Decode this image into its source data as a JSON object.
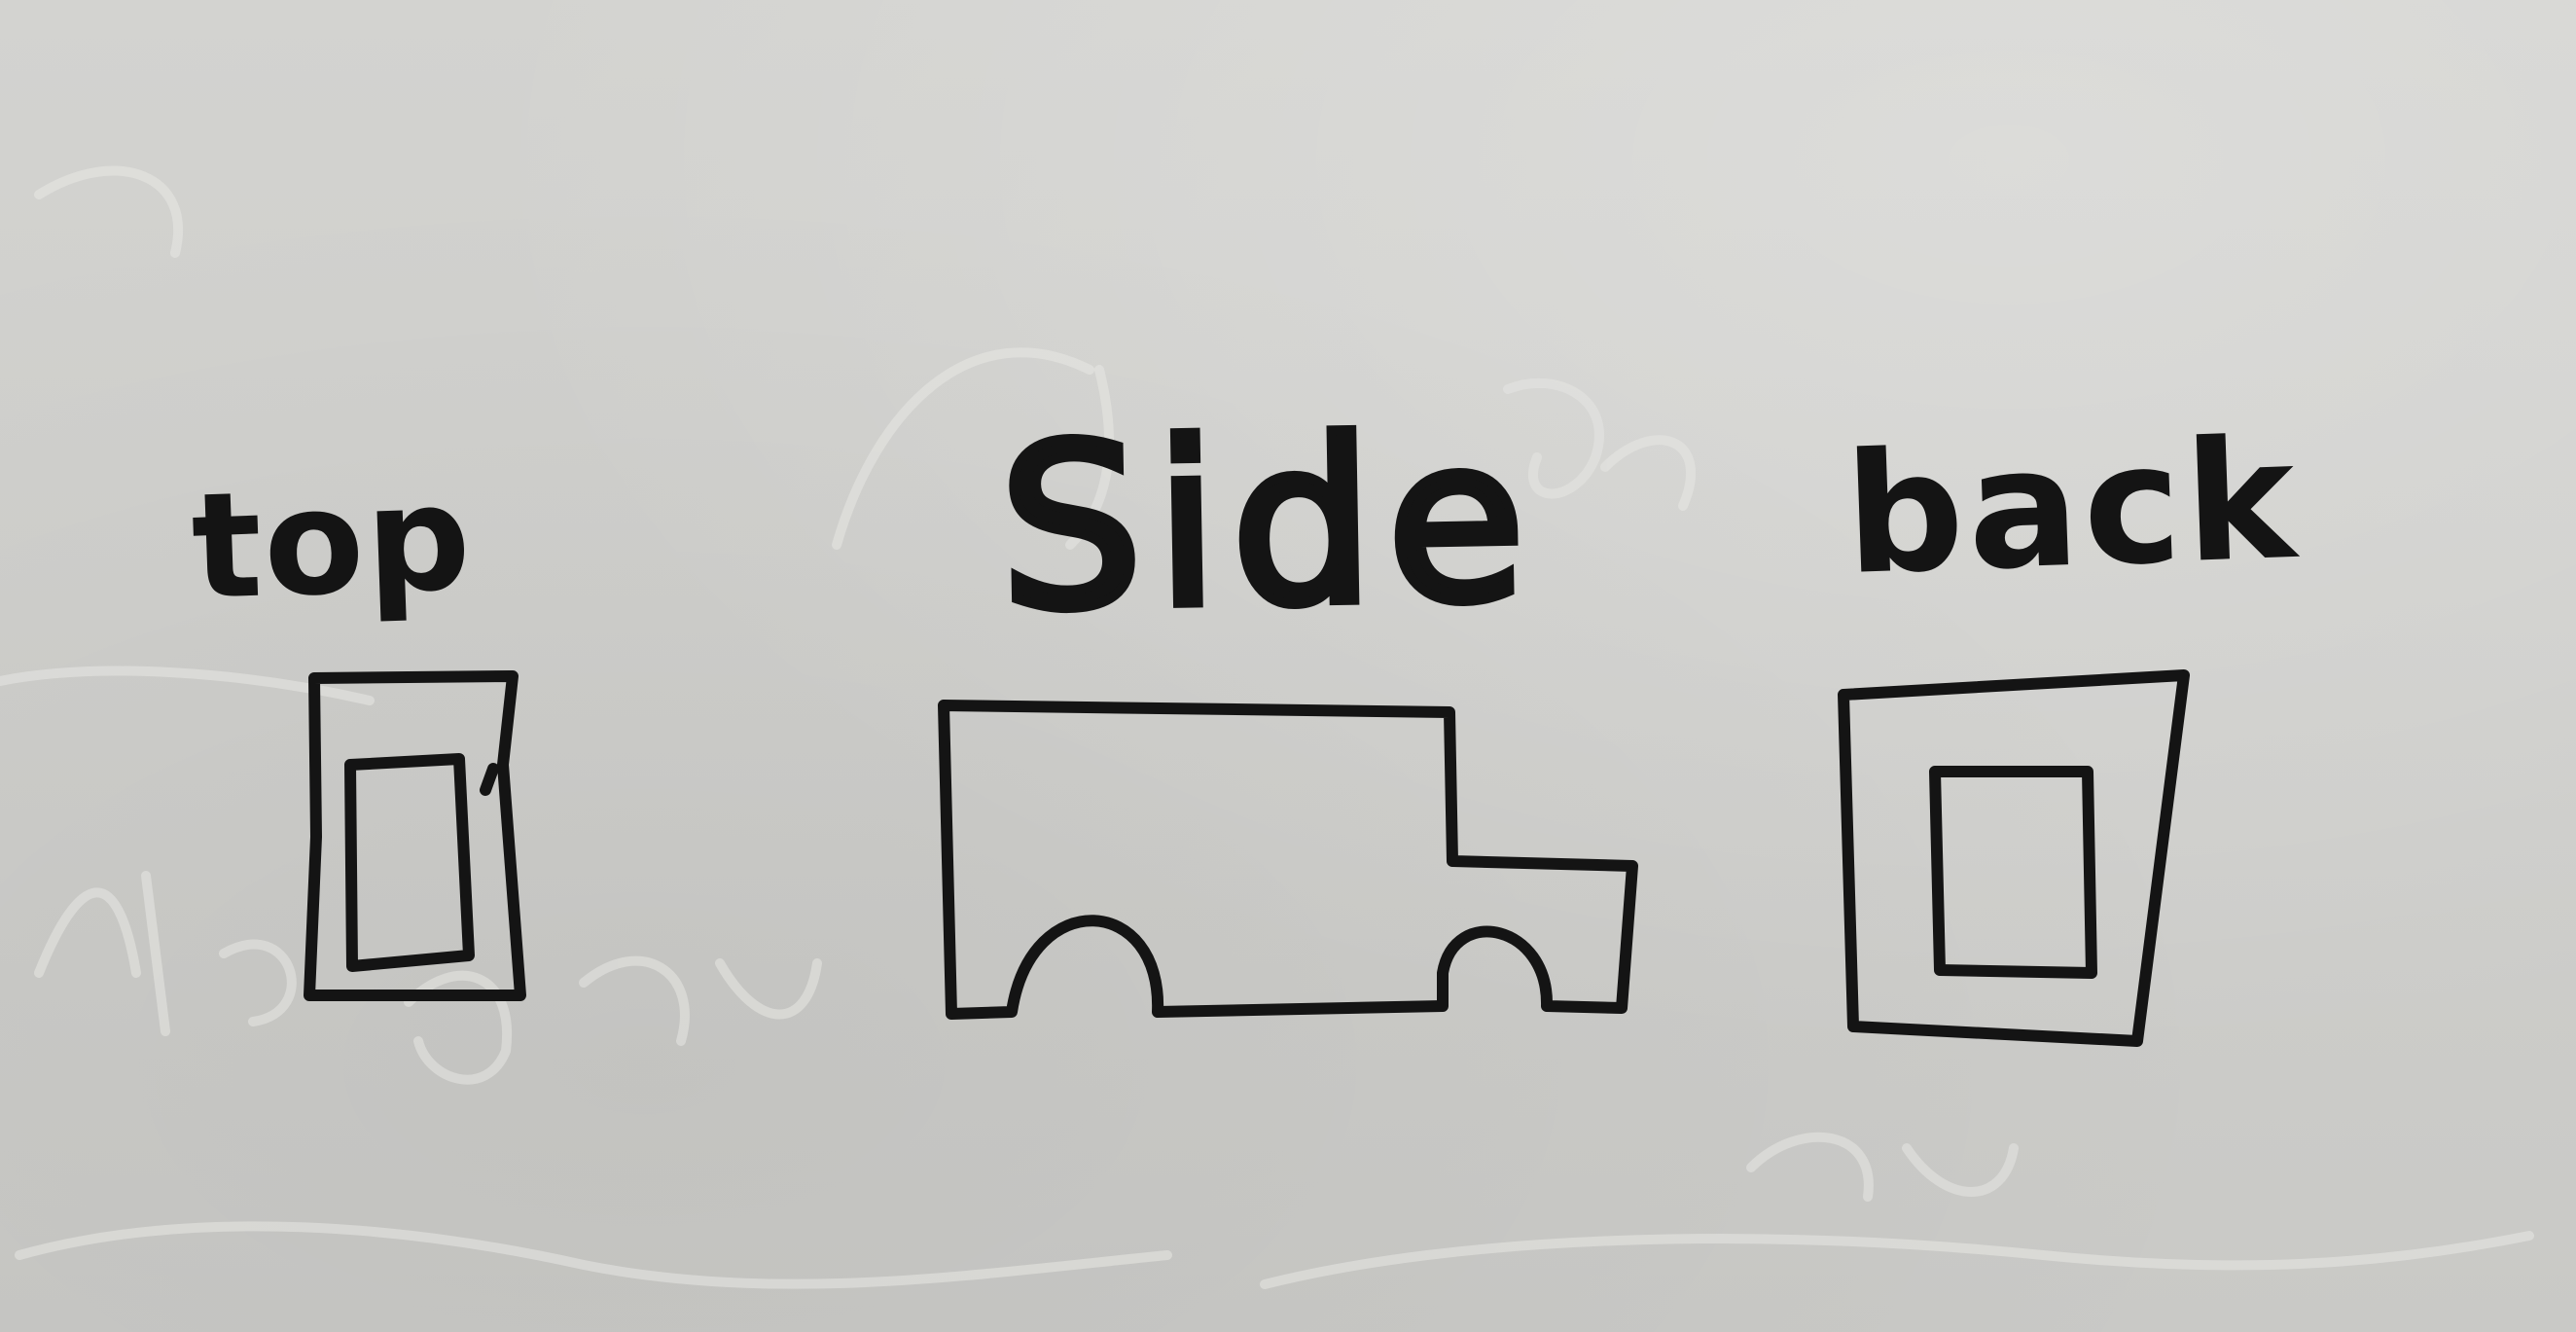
{
  "whiteboard": {
    "background_color": "#cfcfcc",
    "marker_color": "#141414",
    "ghost_color": "#e6e6e3",
    "views": [
      {
        "label": "top"
      },
      {
        "label": "Side"
      },
      {
        "label": "back"
      }
    ]
  }
}
